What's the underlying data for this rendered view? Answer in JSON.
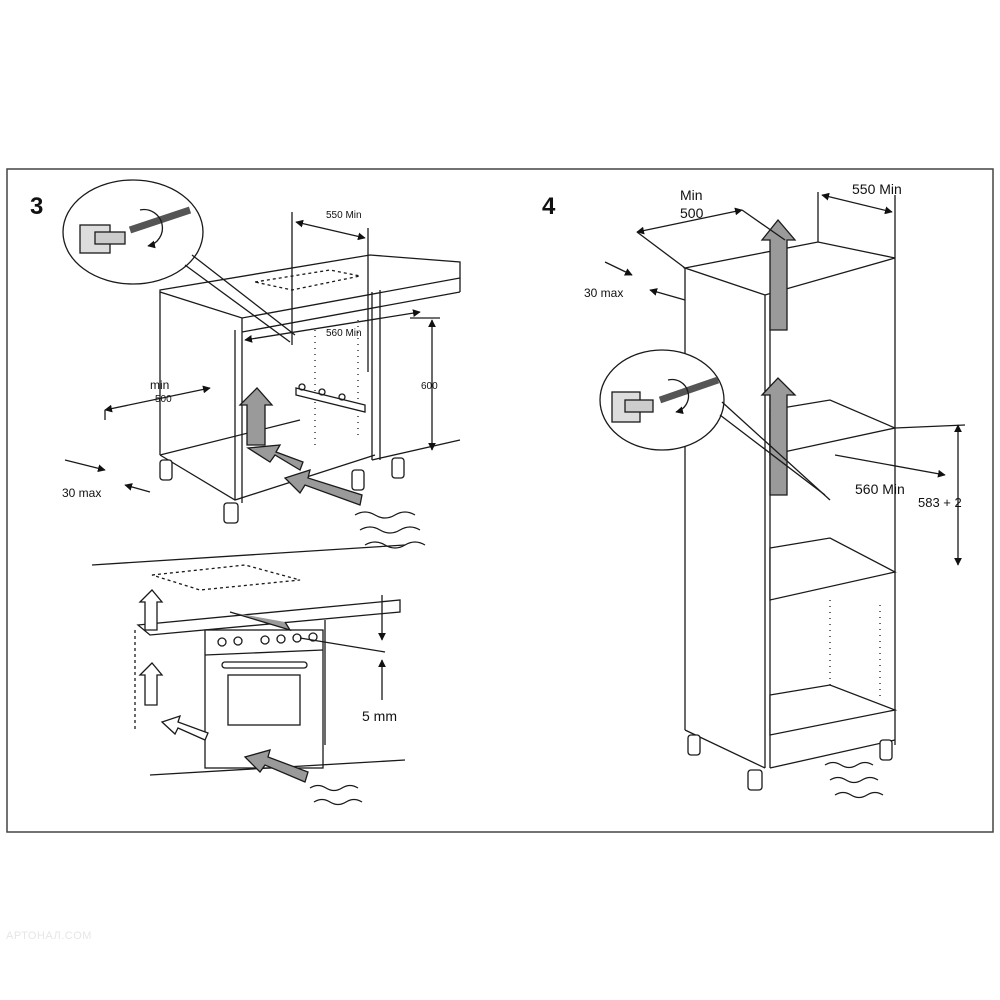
{
  "panel3": {
    "step_number": "3",
    "dim_550": "550 Min",
    "dim_560": "560 Min",
    "dim_600": "600",
    "dim_min": "min",
    "dim_500": "500",
    "dim_30": "30 max",
    "dim_5mm": "5 mm"
  },
  "panel4": {
    "step_number": "4",
    "dim_min": "Min",
    "dim_500": "500",
    "dim_550": "550 Min",
    "dim_30": "30 max",
    "dim_560": "560 Min",
    "dim_583": "583 + 2"
  },
  "watermark": "АРТОНАЛ.COM",
  "colors": {
    "line": "#1a1a1a",
    "arrow_fill": "#9a9a9a",
    "frame": "#444444"
  }
}
